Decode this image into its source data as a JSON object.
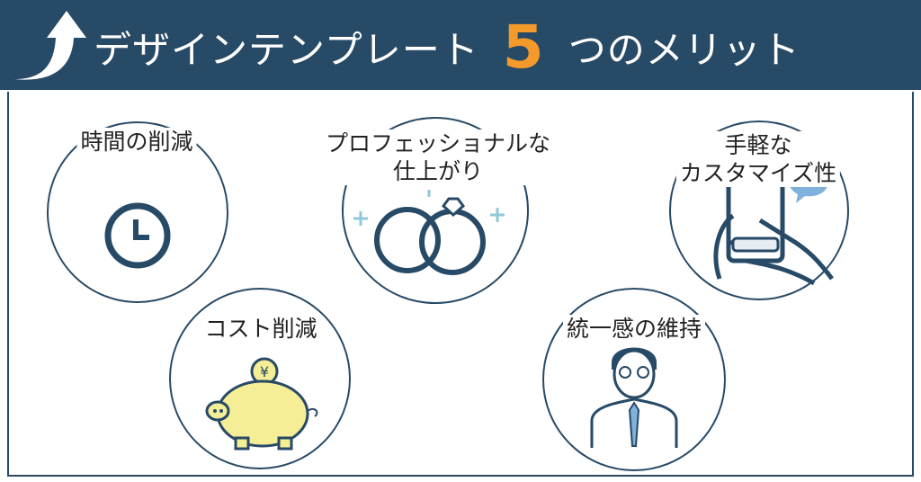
{
  "header": {
    "title_prefix": "デザインテンプレート",
    "title_number": "5",
    "title_suffix": "つのメリット"
  },
  "benefits": [
    {
      "label": "時間の削減",
      "icon": "clock-icon"
    },
    {
      "label_line1": "プロフェッショナルな",
      "label_line2": "仕上がり",
      "icon": "rings-icon"
    },
    {
      "label_line1": "手軽な",
      "label_line2": "カスタマイズ性",
      "icon": "smartphone-hands-icon"
    },
    {
      "label": "コスト削減",
      "icon": "piggy-bank-icon"
    },
    {
      "label": "統一感の維持",
      "icon": "businessman-icon"
    }
  ],
  "colors": {
    "navy": "#274a67",
    "orange": "#f39a2b",
    "light_blue": "#8fc9d8",
    "yellow": "#f6ee96",
    "bubble": "#7fb1dc"
  }
}
